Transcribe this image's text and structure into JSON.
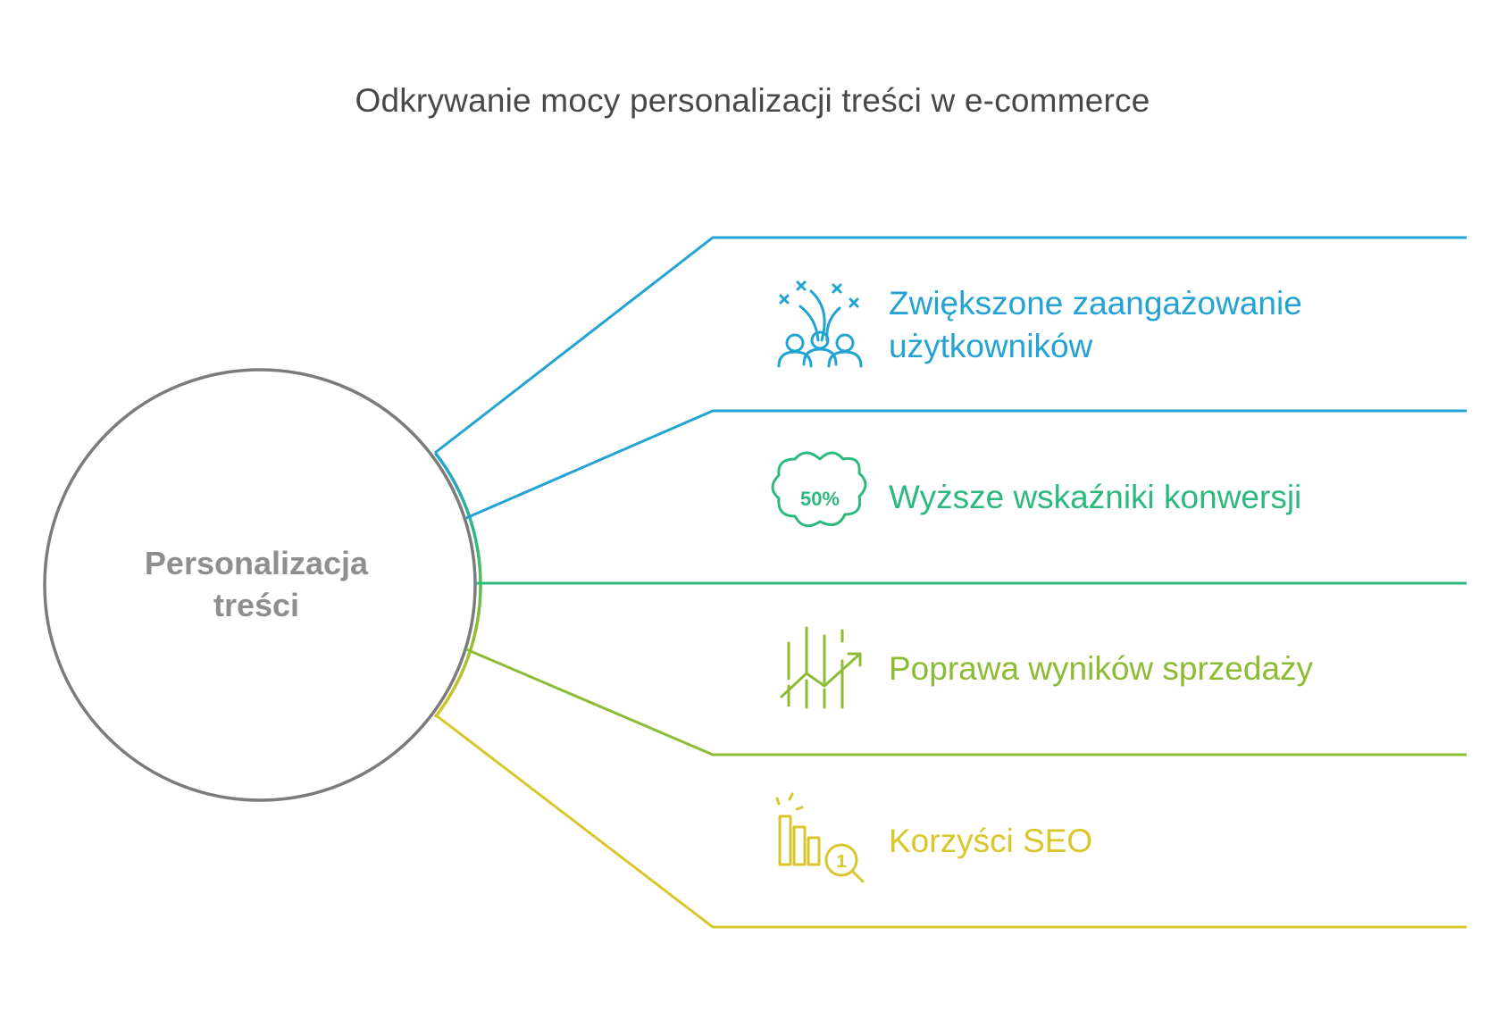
{
  "title": "Odkrywanie mocy personalizacji treści w e-commerce",
  "center": {
    "line1": "Personalizacja",
    "line2": "treści"
  },
  "items": [
    {
      "line1": "Zwiększone zaangażowanie",
      "line2": "użytkowników",
      "icon": "celebrating-users-icon",
      "color": "#22a3d3"
    },
    {
      "line1": "Wyższe wskaźniki konwersji",
      "line2": "",
      "icon": "fifty-percent-badge-icon",
      "icon_text": "50%",
      "color": "#2db97c"
    },
    {
      "line1": "Poprawa wyników sprzedaży",
      "line2": "",
      "icon": "growth-chart-icon",
      "color": "#8cbb34"
    },
    {
      "line1": "Korzyści SEO",
      "line2": "",
      "icon": "seo-ranking-icon",
      "icon_text": "1",
      "color": "#d9c62a"
    }
  ],
  "colors": {
    "title": "#484848",
    "center_text": "#8e8e8e",
    "circle_stroke": "#7b7b7b"
  }
}
